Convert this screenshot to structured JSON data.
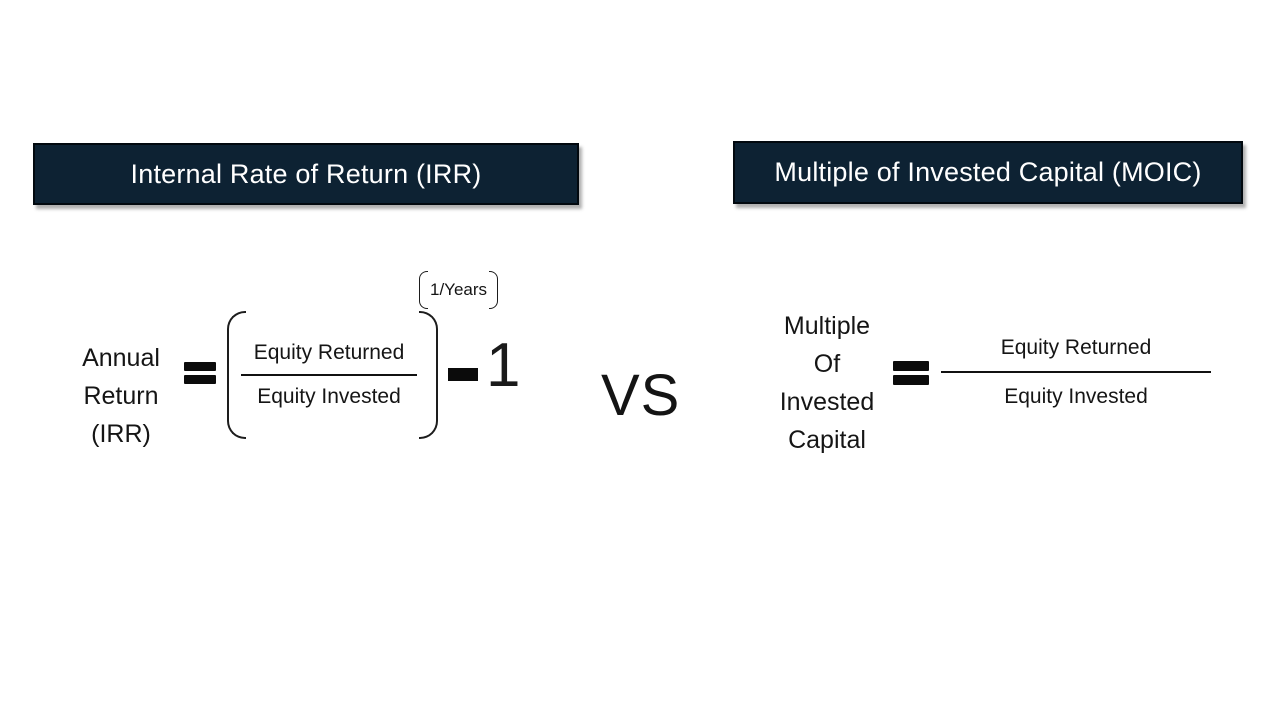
{
  "slide": {
    "background": "#ffffff",
    "accent_navy": "#0d2233",
    "header_left": {
      "label": "Internal Rate of Return (IRR)",
      "bg": "#0d2233",
      "text_color": "#ffffff"
    },
    "header_right": {
      "label": "Multiple of Invested Capital (MOIC)",
      "bg": "#0d2233",
      "text_color": "#ffffff"
    },
    "irr_formula": {
      "lhs_lines": {
        "0": "Annual",
        "1": "Return",
        "2": "(IRR)"
      },
      "equals": "=",
      "numerator": "Equity Returned",
      "denominator": "Equity Invested",
      "exponent": "1/Years",
      "minus": "-",
      "constant": "1"
    },
    "vs": "VS",
    "moic_formula": {
      "lhs_lines": {
        "0": "Multiple",
        "1": "Of",
        "2": "Invested",
        "3": "Capital"
      },
      "equals": "=",
      "numerator": "Equity Returned",
      "denominator": "Equity Invested"
    }
  }
}
